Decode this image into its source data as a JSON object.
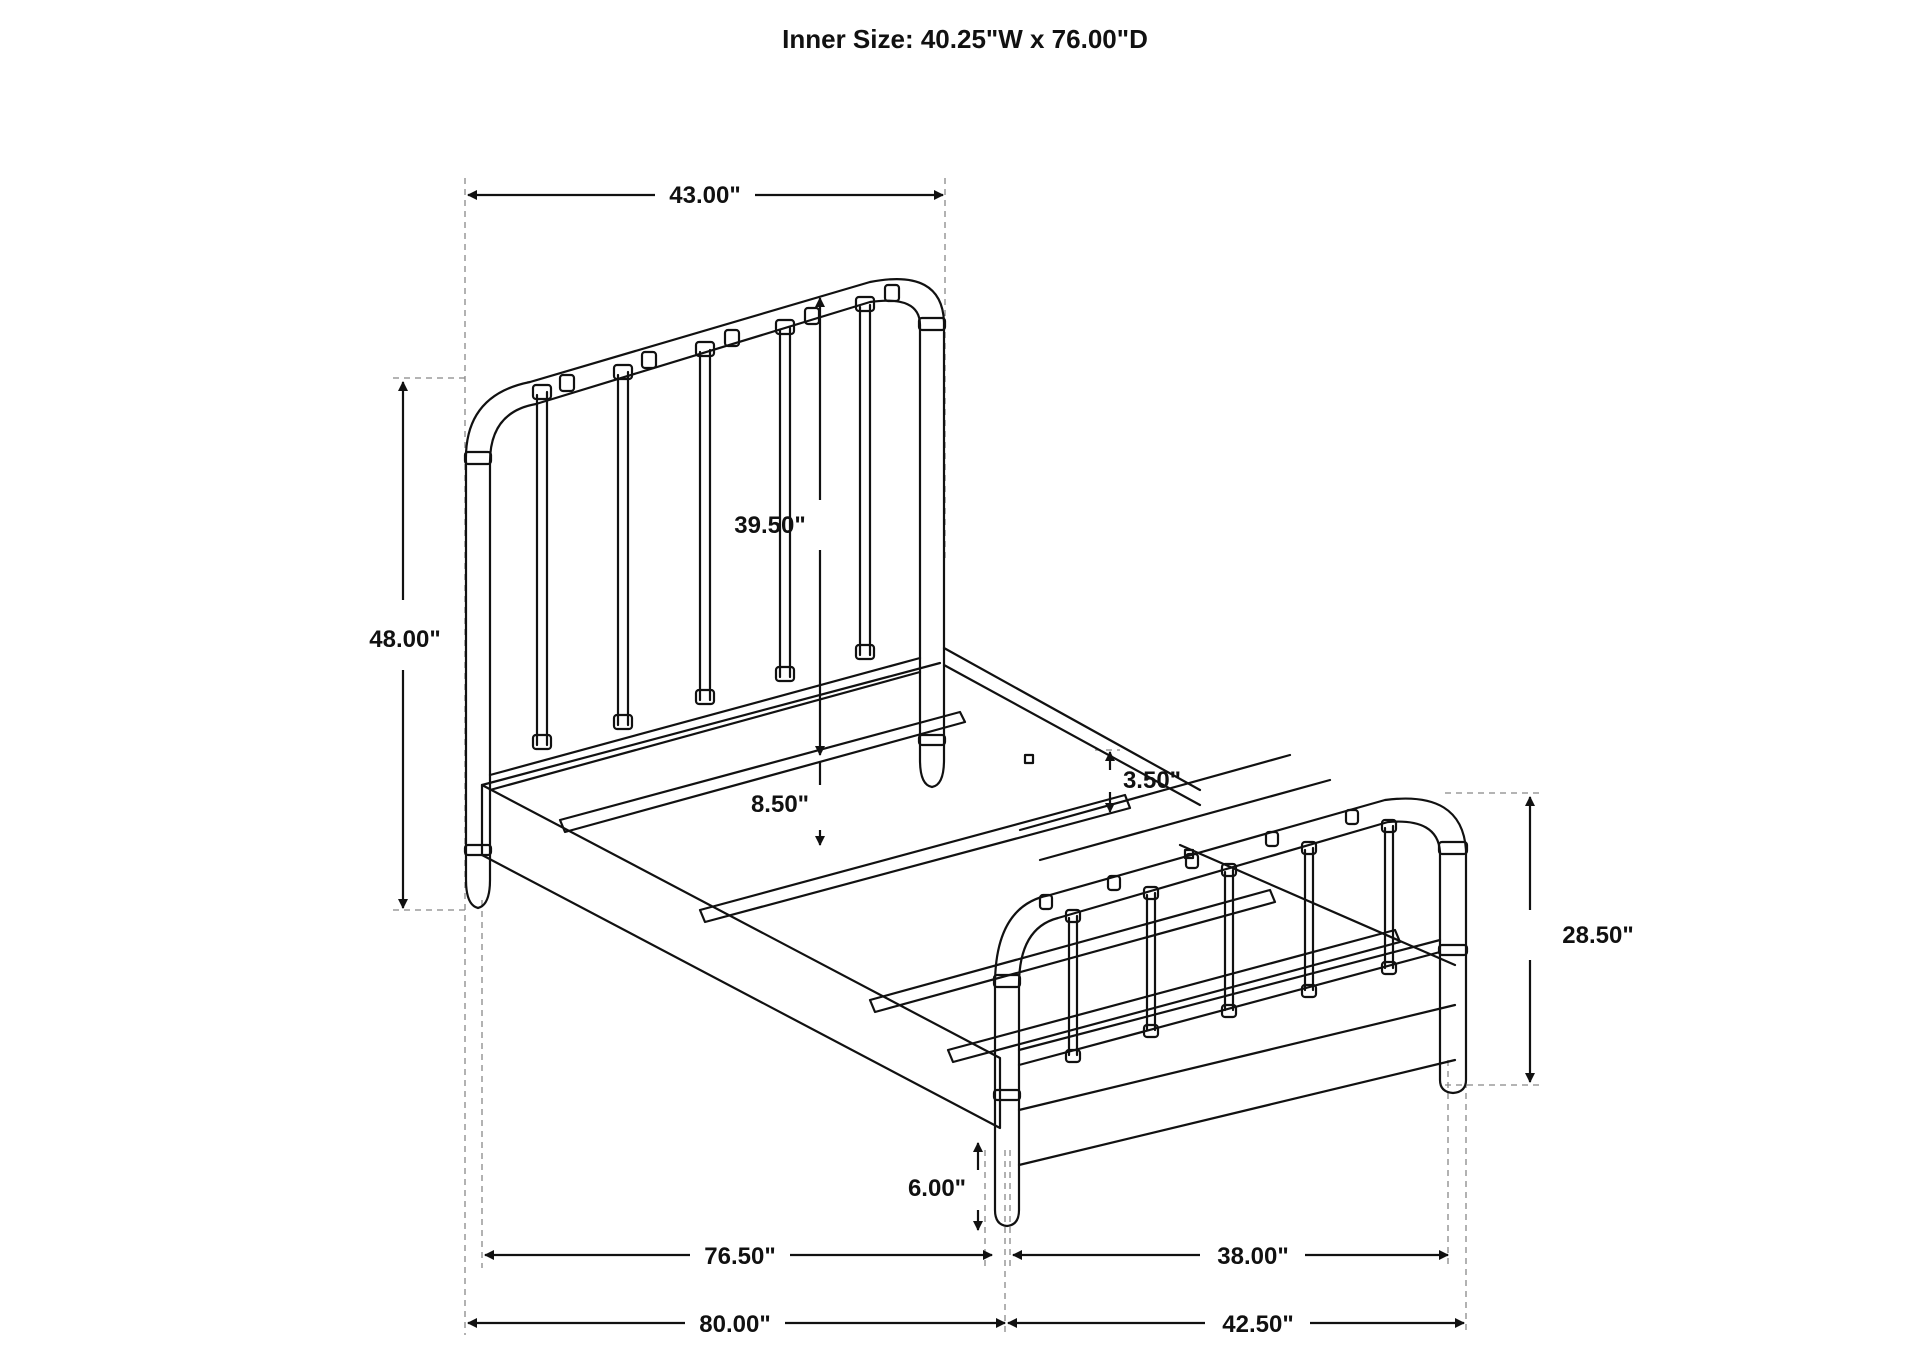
{
  "title": "Inner Size: 40.25\"W x 76.00\"D",
  "dimensions": {
    "overall_width": "43.00\"",
    "headboard_height": "48.00\"",
    "headboard_panel_height": "39.50\"",
    "clearance_to_slat": "8.50\"",
    "side_rail_height": "3.50\"",
    "footboard_height": "28.50\"",
    "leg_clearance": "6.00\"",
    "inner_length": "76.50\"",
    "inner_width": "38.00\"",
    "overall_length": "80.00\"",
    "overall_width_front": "42.50\""
  },
  "colors": {
    "line": "#111111",
    "guide": "#888888",
    "background": "#ffffff"
  }
}
